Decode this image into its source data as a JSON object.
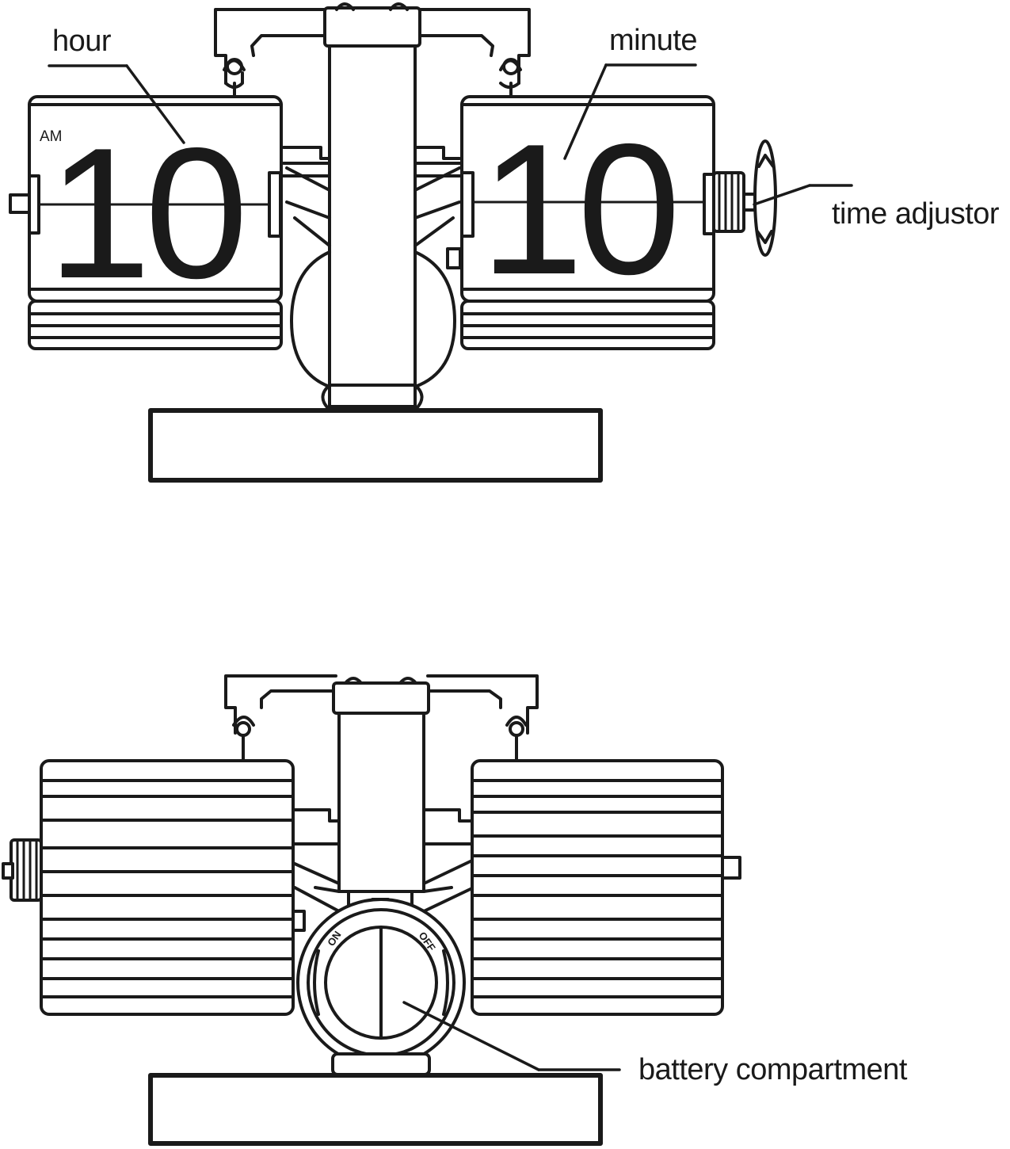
{
  "figure1": {
    "label_hour": "hour",
    "label_minute": "minute",
    "label_time_adjustor": "time adjustor",
    "hour_digits": "10",
    "minute_digits": "10",
    "am_indicator": "AM"
  },
  "figure2": {
    "label_battery": "battery compartment",
    "switch_on": "ON",
    "switch_off": "OFF"
  },
  "colors": {
    "line": "#1a1a1a",
    "background": "#ffffff"
  }
}
